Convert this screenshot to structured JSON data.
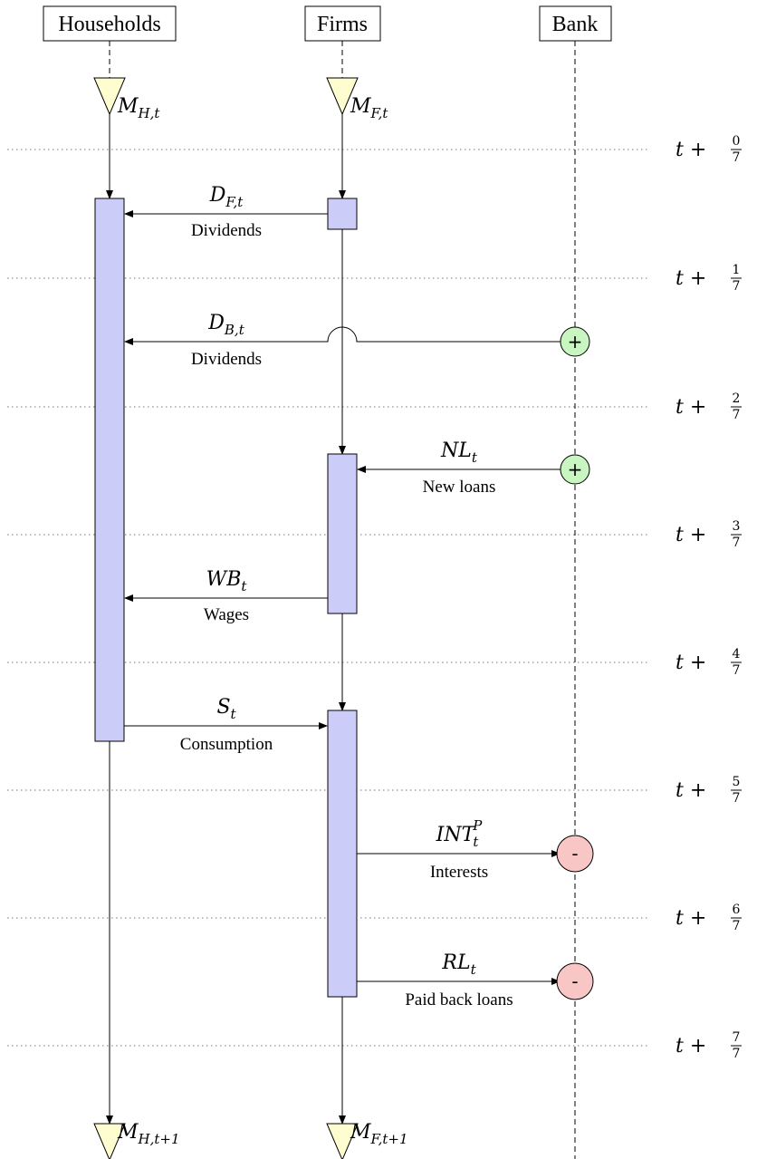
{
  "actors": [
    {
      "id": "households",
      "label": "Households"
    },
    {
      "id": "firms",
      "label": "Firms"
    },
    {
      "id": "bank",
      "label": "Bank"
    }
  ],
  "money_stocks": {
    "households_start": {
      "var": "M",
      "sub": "H,t"
    },
    "firms_start": {
      "var": "M",
      "sub": "F,t"
    },
    "households_end": {
      "var": "M",
      "sub": "H,t+1"
    },
    "firms_end": {
      "var": "M",
      "sub": "F,t+1"
    }
  },
  "time_steps": [
    {
      "prefix": "t +",
      "num": "0",
      "den": "7"
    },
    {
      "prefix": "t +",
      "num": "1",
      "den": "7"
    },
    {
      "prefix": "t +",
      "num": "2",
      "den": "7"
    },
    {
      "prefix": "t +",
      "num": "3",
      "den": "7"
    },
    {
      "prefix": "t +",
      "num": "4",
      "den": "7"
    },
    {
      "prefix": "t +",
      "num": "5",
      "den": "7"
    },
    {
      "prefix": "t +",
      "num": "6",
      "den": "7"
    },
    {
      "prefix": "t +",
      "num": "7",
      "den": "7"
    }
  ],
  "flows": [
    {
      "id": "dividends-firms",
      "var": "D",
      "sub": "F,t",
      "sup": "",
      "label": "Dividends",
      "from": "firms",
      "to": "households"
    },
    {
      "id": "dividends-bank",
      "var": "D",
      "sub": "B,t",
      "sup": "",
      "label": "Dividends",
      "from": "bank",
      "to": "households"
    },
    {
      "id": "new-loans",
      "var": "NL",
      "sub": "t",
      "sup": "",
      "label": "New loans",
      "from": "bank",
      "to": "firms"
    },
    {
      "id": "wages",
      "var": "WB",
      "sub": "t",
      "sup": "",
      "label": "Wages",
      "from": "firms",
      "to": "households"
    },
    {
      "id": "consumption",
      "var": "S",
      "sub": "t",
      "sup": "",
      "label": "Consumption",
      "from": "households",
      "to": "firms"
    },
    {
      "id": "interests",
      "var": "INT",
      "sub": "t",
      "sup": "P",
      "label": "Interests",
      "from": "firms",
      "to": "bank"
    },
    {
      "id": "paid-back-loans",
      "var": "RL",
      "sub": "t",
      "sup": "",
      "label": "Paid back loans",
      "from": "firms",
      "to": "bank"
    }
  ],
  "bank_markers": {
    "plus_symbol": "+",
    "minus_symbol": "-",
    "plus_color": "#c8f5c0",
    "minus_color": "#f9c6c6"
  },
  "colors": {
    "activation_fill": "#ccccf8",
    "money_triangle_fill": "#fdfdcf"
  }
}
